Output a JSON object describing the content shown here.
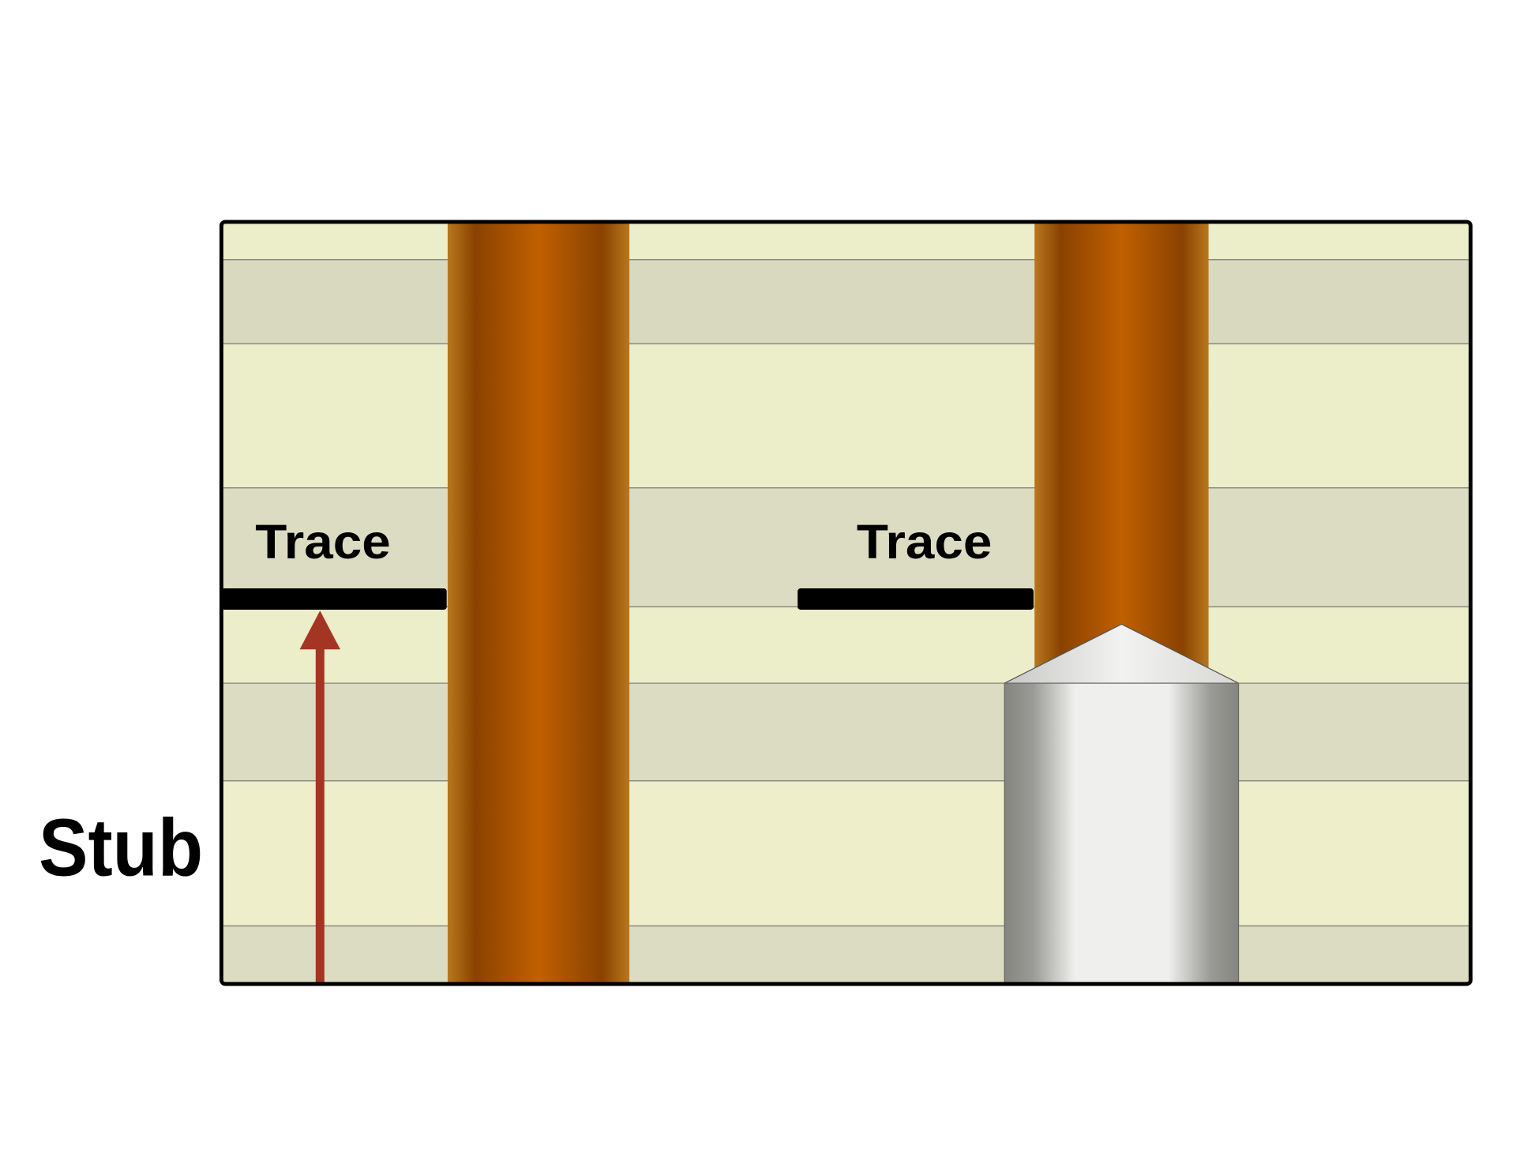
{
  "labels": {
    "trace_left": "Trace",
    "trace_right": "Trace",
    "stub": "Stub"
  },
  "colors": {
    "layer_light": "#ecedc9",
    "layer_dark": "#d9d9c0",
    "copper": "#c06000",
    "copper_dark": "#8a4200",
    "drill_light": "#f0f0ee",
    "drill_dark": "#858580",
    "arrow": "#a53523",
    "trace": "#000000"
  }
}
